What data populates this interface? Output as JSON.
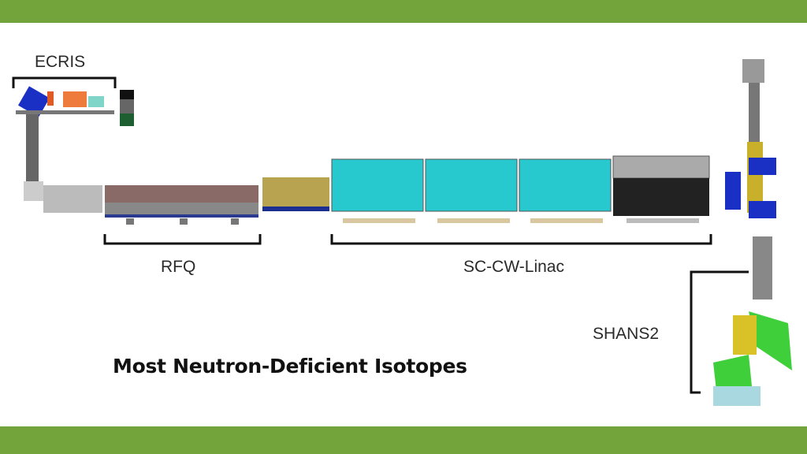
{
  "labels": {
    "ecris": "ECRIS",
    "rfq": "RFQ",
    "linac": "SC-CW-Linac",
    "shans2": "SHANS2"
  },
  "caption": "Most Neutron-Deficient Isotopes",
  "colors": {
    "banner": "#73a33b",
    "cryomodule": "#27c9cf",
    "magnet": "#1a2fc4",
    "separator": "#3fcf3a"
  }
}
